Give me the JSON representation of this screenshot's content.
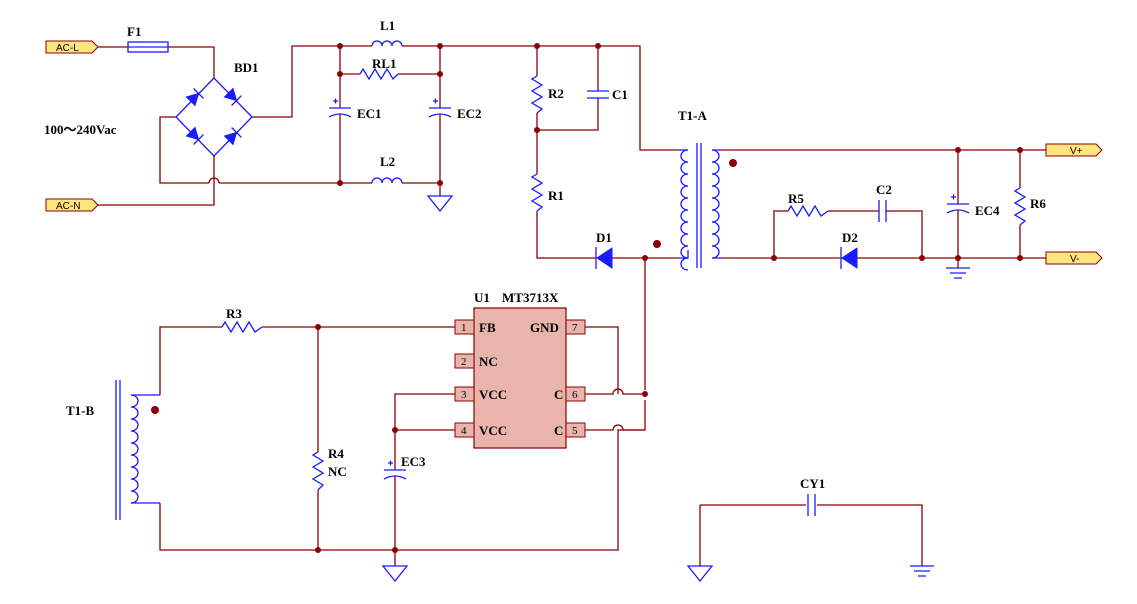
{
  "ports": {
    "ac_l": "AC-L",
    "ac_n": "AC-N",
    "v_plus": "V+",
    "v_minus": "V-"
  },
  "input_voltage": "100～240Vac",
  "refs": {
    "f1": "F1",
    "bd1": "BD1",
    "l1": "L1",
    "rl1": "RL1",
    "l2": "L2",
    "ec1": "EC1",
    "ec2": "EC2",
    "r2": "R2",
    "c1": "C1",
    "r1": "R1",
    "d1": "D1",
    "t1a": "T1-A",
    "r5": "R5",
    "c2": "C2",
    "d2": "D2",
    "ec4": "EC4",
    "r6": "R6",
    "r3": "R3",
    "t1b": "T1-B",
    "r4": "R4",
    "r4_value": "NC",
    "ec3": "EC3",
    "cy1": "CY1"
  },
  "ic": {
    "ref": "U1",
    "part": "MT3713X",
    "pins": [
      {
        "num": "1",
        "name": "FB"
      },
      {
        "num": "2",
        "name": "NC"
      },
      {
        "num": "3",
        "name": "VCC"
      },
      {
        "num": "4",
        "name": "VCC"
      },
      {
        "num": "7",
        "name": "GND"
      },
      {
        "num": "6",
        "name": "C"
      },
      {
        "num": "5",
        "name": "C"
      }
    ]
  },
  "colors": {
    "wire": "#8b0000",
    "component": "#1a1aff",
    "ic_body": "#e8b4ac",
    "port_fill": "#ffe57f"
  }
}
